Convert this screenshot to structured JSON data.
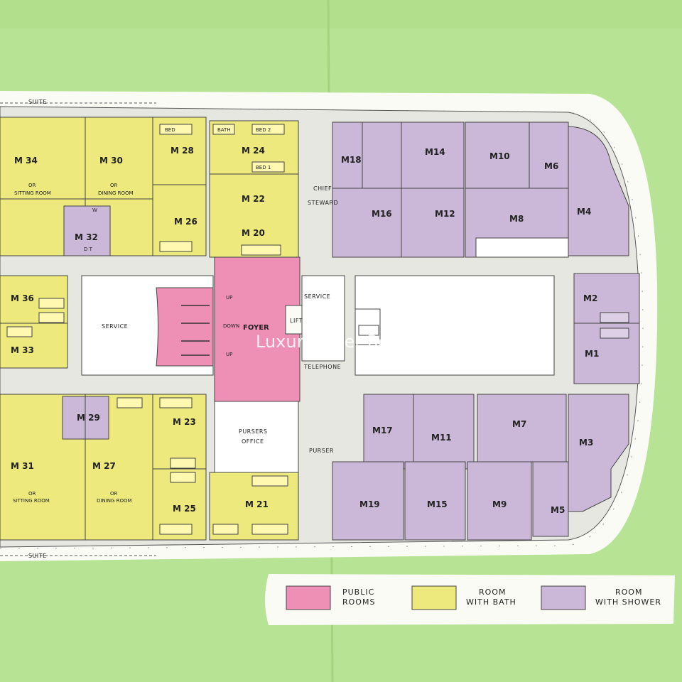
{
  "watermark": "Luxury Liner Row",
  "colors": {
    "background": "#b7e394",
    "deck_outline": "#fbfbf5",
    "corridor": "#e7e7e2",
    "public_rooms": "#ee8fb6",
    "room_with_bath": "#ede97c",
    "room_with_shower": "#cbb7d7"
  },
  "corridor_labels": {
    "suite_top": "SUITE",
    "suite_bottom": "SUITE"
  },
  "public_areas": {
    "foyer": "FOYER",
    "lift": "LIFT",
    "service_left": "SERVICE",
    "service_center": "SERVICE",
    "telephone": "TELEPHONE",
    "pursers_office_line1": "PURSERS",
    "pursers_office_line2": "OFFICE",
    "purser": "PURSER",
    "chief_steward_line1": "CHIEF",
    "chief_steward_line2": "STEWARD",
    "stairs_up_1": "UP",
    "stairs_down": "DOWN",
    "stairs_up_2": "UP"
  },
  "rooms_bath": [
    "M 34",
    "M 30",
    "M 28",
    "M 24",
    "M 22",
    "M 26",
    "M 20",
    "M 36",
    "M 33",
    "M 31",
    "M 27",
    "M 23",
    "M 25",
    "M 21"
  ],
  "rooms_shower": [
    "M18",
    "M14",
    "M10",
    "M6",
    "M16",
    "M12",
    "M8",
    "M4",
    "M 32",
    "M 29",
    "M2",
    "M1",
    "M17",
    "M11",
    "M7",
    "M3",
    "M19",
    "M15",
    "M9",
    "M5"
  ],
  "room_notes": {
    "or_1": "OR",
    "sitting_room": "SITTING ROOM",
    "or_2": "OR",
    "dining_room": "DINING ROOM",
    "or_3": "OR",
    "sitting_room_2": "SITTING ROOM",
    "or_4": "OR",
    "dining_room_2": "DINING ROOM"
  },
  "furniture": {
    "bed": "BED",
    "bed1": "BED 1",
    "bed2": "BED 2",
    "bath": "BATH",
    "dt": "D T",
    "w": "W"
  },
  "legend": [
    {
      "label_line1": "PUBLIC",
      "label_line2": "ROOMS",
      "color": "#ee8fb6"
    },
    {
      "label_line1": "ROOM",
      "label_line2": "WITH BATH",
      "color": "#ede97c"
    },
    {
      "label_line1": "ROOM",
      "label_line2": "WITH SHOWER",
      "color": "#cbb7d7"
    }
  ]
}
